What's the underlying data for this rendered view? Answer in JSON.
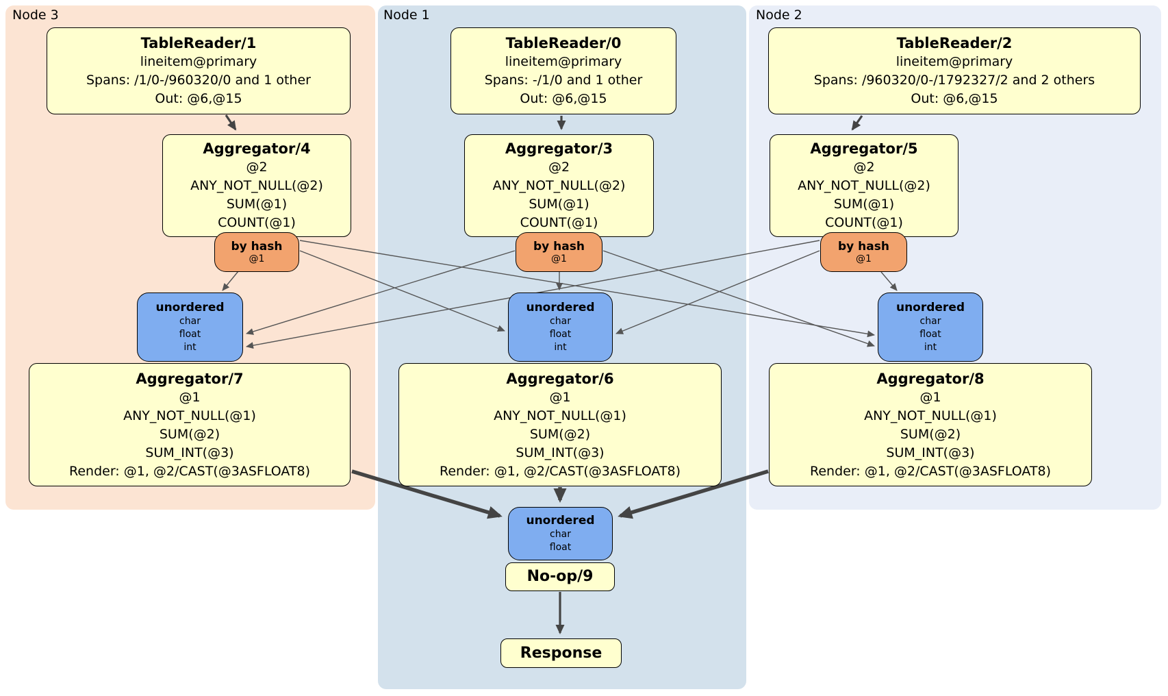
{
  "colors": {
    "panel_node3_bg": "#fce4d3",
    "panel_node1_bg": "#d3e1ec",
    "panel_node2_bg": "#e9eef8",
    "processor_bg": "#ffffcf",
    "router_bg": "#f2a36e",
    "sync_bg": "#7fadf0",
    "edge_color": "#444444"
  },
  "panels": {
    "node3": {
      "label": "Node 3"
    },
    "node1": {
      "label": "Node 1"
    },
    "node2": {
      "label": "Node 2"
    }
  },
  "nodes": {
    "tr1": {
      "title": "TableReader/1",
      "lines": [
        "lineitem@primary",
        "Spans: /1/0-/960320/0 and 1 other",
        "Out: @6,@15"
      ]
    },
    "tr0": {
      "title": "TableReader/0",
      "lines": [
        "lineitem@primary",
        "Spans: -/1/0 and 1 other",
        "Out: @6,@15"
      ]
    },
    "tr2": {
      "title": "TableReader/2",
      "lines": [
        "lineitem@primary",
        "Spans: /960320/0-/1792327/2 and 2 others",
        "Out: @6,@15"
      ]
    },
    "agg4": {
      "title": "Aggregator/4",
      "lines": [
        "@2",
        "ANY_NOT_NULL(@2)",
        "SUM(@1)",
        "COUNT(@1)"
      ]
    },
    "agg3": {
      "title": "Aggregator/3",
      "lines": [
        "@2",
        "ANY_NOT_NULL(@2)",
        "SUM(@1)",
        "COUNT(@1)"
      ]
    },
    "agg5": {
      "title": "Aggregator/5",
      "lines": [
        "@2",
        "ANY_NOT_NULL(@2)",
        "SUM(@1)",
        "COUNT(@1)"
      ]
    },
    "hash3": {
      "title": "by hash",
      "lines": [
        "@1"
      ]
    },
    "hash1": {
      "title": "by hash",
      "lines": [
        "@1"
      ]
    },
    "hash2": {
      "title": "by hash",
      "lines": [
        "@1"
      ]
    },
    "sync3": {
      "title": "unordered",
      "lines": [
        "char",
        "float",
        "int"
      ]
    },
    "sync1": {
      "title": "unordered",
      "lines": [
        "char",
        "float",
        "int"
      ]
    },
    "sync2": {
      "title": "unordered",
      "lines": [
        "char",
        "float",
        "int"
      ]
    },
    "agg7": {
      "title": "Aggregator/7",
      "lines": [
        "@1",
        "ANY_NOT_NULL(@1)",
        "SUM(@2)",
        "SUM_INT(@3)",
        "Render: @1, @2/CAST(@3ASFLOAT8)"
      ]
    },
    "agg6": {
      "title": "Aggregator/6",
      "lines": [
        "@1",
        "ANY_NOT_NULL(@1)",
        "SUM(@2)",
        "SUM_INT(@3)",
        "Render: @1, @2/CAST(@3ASFLOAT8)"
      ]
    },
    "agg8": {
      "title": "Aggregator/8",
      "lines": [
        "@1",
        "ANY_NOT_NULL(@1)",
        "SUM(@2)",
        "SUM_INT(@3)",
        "Render: @1, @2/CAST(@3ASFLOAT8)"
      ]
    },
    "syncFinal": {
      "title": "unordered",
      "lines": [
        "char",
        "float"
      ]
    },
    "noop": {
      "title": "No-op/9"
    },
    "response": {
      "title": "Response"
    }
  }
}
